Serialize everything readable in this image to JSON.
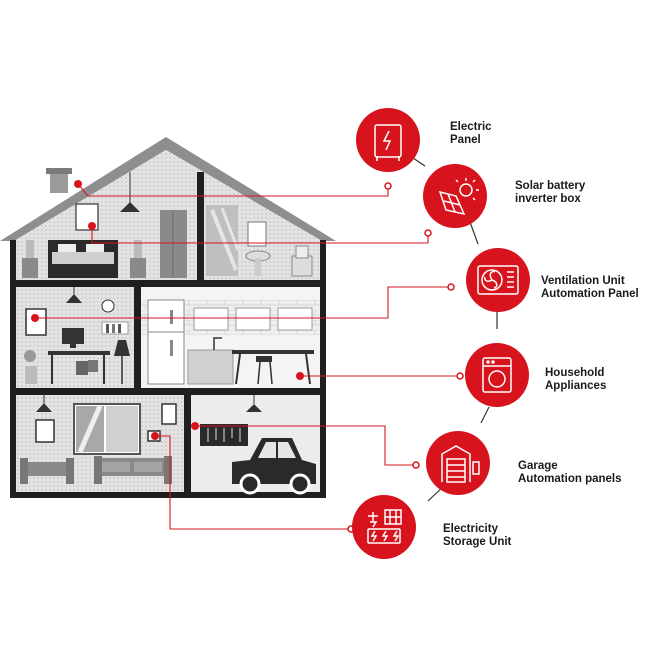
{
  "colors": {
    "accent": "#d7141e",
    "house": "#1f1f1f",
    "roof": "#8e8e8e",
    "wall": "#e6e6e6",
    "connector": "#444444"
  },
  "labels": {
    "electric_panel": {
      "line1": "Electric",
      "line2": "Panel",
      "icon": "electric-panel-icon"
    },
    "solar_inverter": {
      "line1": "Solar battery",
      "line2": "inverter box",
      "icon": "solar-panel-icon"
    },
    "ventilation": {
      "line1": "Ventilation Unit",
      "line2": "Automation Panel",
      "icon": "fan-icon"
    },
    "appliances": {
      "line1": "Household",
      "line2": "Appliances",
      "icon": "washing-machine-icon"
    },
    "garage": {
      "line1": "Garage",
      "line2": "Automation panels",
      "icon": "garage-icon"
    },
    "storage": {
      "line1": "Electricity",
      "line2": "Storage Unit",
      "icon": "battery-storage-icon"
    }
  }
}
